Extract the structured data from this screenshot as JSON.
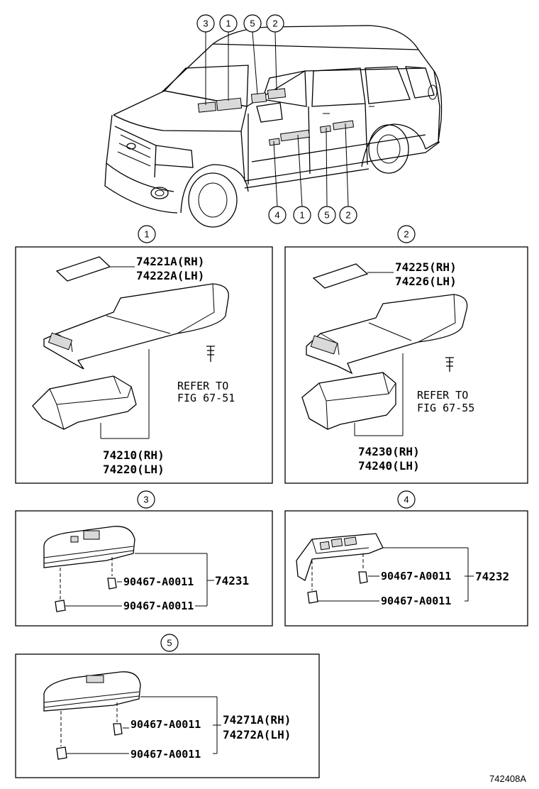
{
  "figure_id": "742408A",
  "vehicle_callouts": {
    "top": [
      "3",
      "1",
      "5",
      "2"
    ],
    "bottom": [
      "4",
      "1",
      "5",
      "2"
    ]
  },
  "panels": {
    "p1": {
      "callout": "1",
      "cover_rh": "74221A(RH)",
      "cover_lh": "74222A(LH)",
      "ref_line1": "REFER TO",
      "ref_line2": "FIG 67-51",
      "base_rh": "74210(RH)",
      "base_lh": "74220(LH)"
    },
    "p2": {
      "callout": "2",
      "cover_rh": "74225(RH)",
      "cover_lh": "74226(LH)",
      "ref_line1": "REFER TO",
      "ref_line2": "FIG 67-55",
      "base_rh": "74230(RH)",
      "base_lh": "74240(LH)"
    },
    "p3": {
      "callout": "3",
      "clip_top": "90467-A0011",
      "clip_bottom": "90467-A0011",
      "assembly": "74231"
    },
    "p4": {
      "callout": "4",
      "clip_top": "90467-A0011",
      "clip_bottom": "90467-A0011",
      "assembly": "74232"
    },
    "p5": {
      "callout": "5",
      "clip_top": "90467-A0011",
      "clip_bottom": "90467-A0011",
      "assembly_rh": "74271A(RH)",
      "assembly_lh": "74272A(LH)"
    }
  }
}
